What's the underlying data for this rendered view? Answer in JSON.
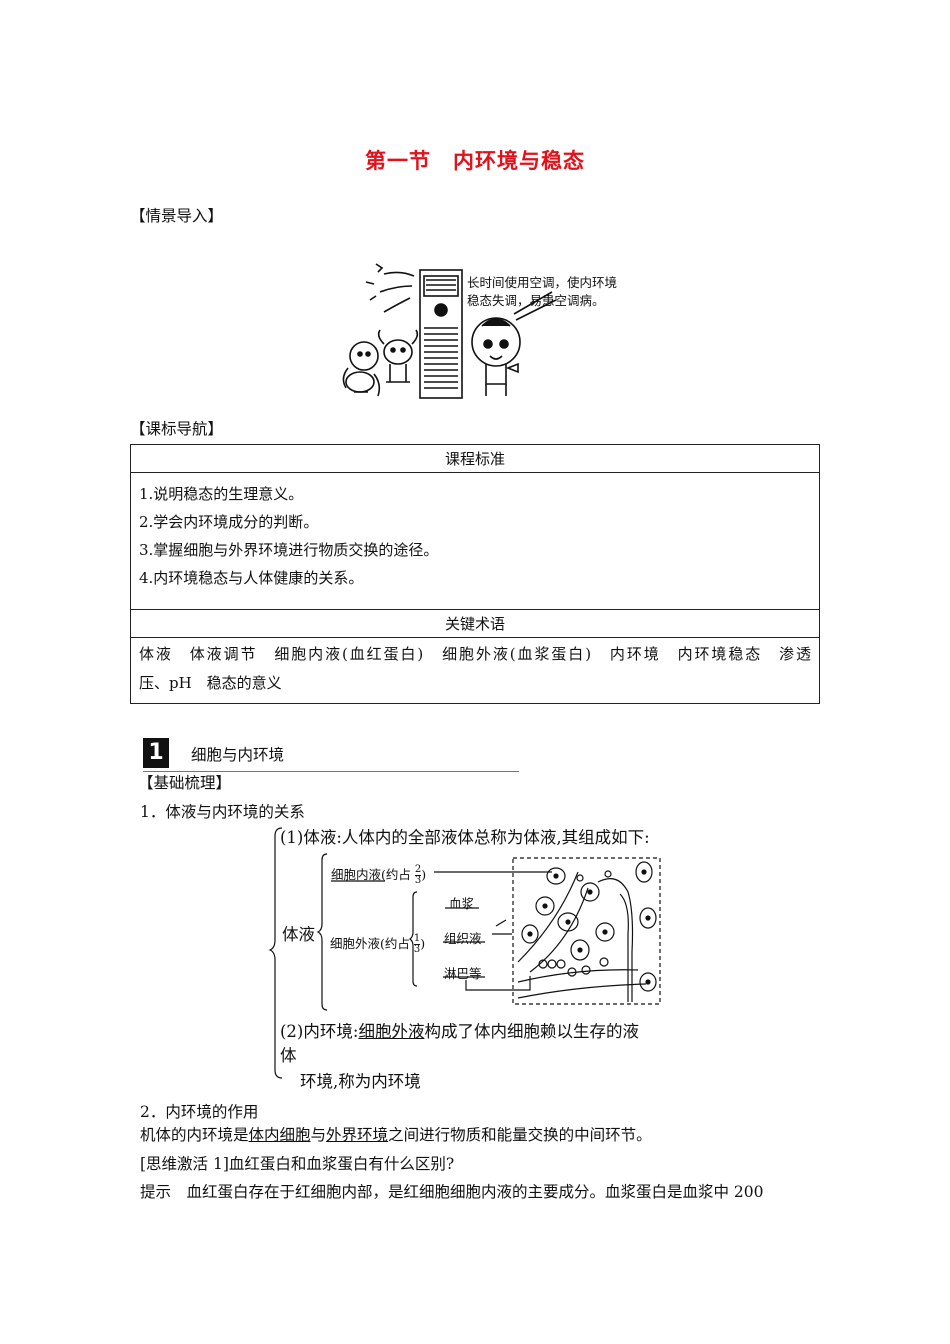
{
  "title": "第一节　内环境与稳态",
  "scenario_heading": "【情景导入】",
  "cartoon": {
    "caption": "长时间使用空调，使内环境稳态失调，易患空调病。"
  },
  "curriculum_heading": "【课标导航】",
  "standards_table": {
    "header": "课程标准",
    "items": [
      "1.说明稳态的生理意义。",
      "2.学会内环境成分的判断。",
      "3.掌握细胞与外界环境进行物质交换的途径。",
      "4.内环境稳态与人体健康的关系。"
    ],
    "terms_header": "关键术语",
    "terms_line1": "体液　体液调节　细胞内液(血红蛋白)　细胞外液(血浆蛋白)　内环境　内环境稳态　渗透",
    "terms_line2": "压、pH　稳态的意义"
  },
  "section": {
    "number": "1",
    "title": "细胞与内环境"
  },
  "basics_heading": "【基础梳理】",
  "point1": "1．体液与内环境的关系",
  "diagram": {
    "item1": "(1)体液:人体内的全部液体总称为体液,其组成如下:",
    "root": "体液",
    "intracellular": "细胞内液(约占",
    "intracellular_frac": [
      "2",
      "3"
    ],
    "extracellular": "细胞外液(约占",
    "extracellular_frac": [
      "1",
      "3"
    ],
    "close_paren": ")",
    "plasma": "血浆",
    "tissue_fluid": "组织液",
    "lymph": "淋巴等",
    "item2_prefix": "(2)内环境:",
    "item2_underlined": "细胞外液",
    "item2_rest": "构成了体内细胞赖以生存的液",
    "item2_wrap": "体",
    "item2_line2": "环境,称为内环境"
  },
  "point2": "2．内环境的作用",
  "role": {
    "prefix": "机体的内环境是",
    "underline1": "体内细胞",
    "mid": "与",
    "underline2": "外界环境",
    "suffix": "之间进行物质和能量交换的中间环节。"
  },
  "think": "[思维激活 1]血红蛋白和血浆蛋白有什么区别?",
  "hint": "提示　血红蛋白存在于红细胞内部，是红细胞细胞内液的主要成分。血浆蛋白是血浆中 200"
}
